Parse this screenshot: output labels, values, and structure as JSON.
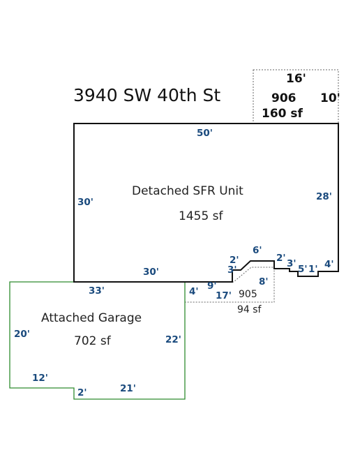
{
  "address": "3940 SW 40th St",
  "rooms": {
    "detached_sfr": {
      "name": "Detached SFR Unit",
      "area": "1455 sf"
    },
    "attached_garage": {
      "name": "Attached Garage",
      "area": "702 sf"
    },
    "area_906": {
      "name": "906",
      "area": "160 sf"
    },
    "area_905": {
      "name": "905",
      "area": "94 sf"
    }
  },
  "dimensions": {
    "top_50": "50'",
    "left_30": "30'",
    "right_28": "28'",
    "bottom_30": "30'",
    "step_2a": "2'",
    "step_3a": "3'",
    "step_6": "6'",
    "step_2b": "2'",
    "step_3b": "3'",
    "step_5": "5'",
    "step_1": "1'",
    "step_4a": "4'",
    "annex_16": "16'",
    "annex_10": "10'",
    "g_33": "33'",
    "g_20": "20'",
    "g_22": "22'",
    "g_12": "12'",
    "g_2": "2'",
    "g_21": "21'",
    "p_4": "4'",
    "p_9": "9'",
    "p_17": "17'",
    "p_8": "8'"
  },
  "colors": {
    "house_outline": "#111111",
    "garage_outline": "#2e8b2e",
    "dashed_outline": "#666666",
    "dimension_text": "#1a4a7d"
  }
}
